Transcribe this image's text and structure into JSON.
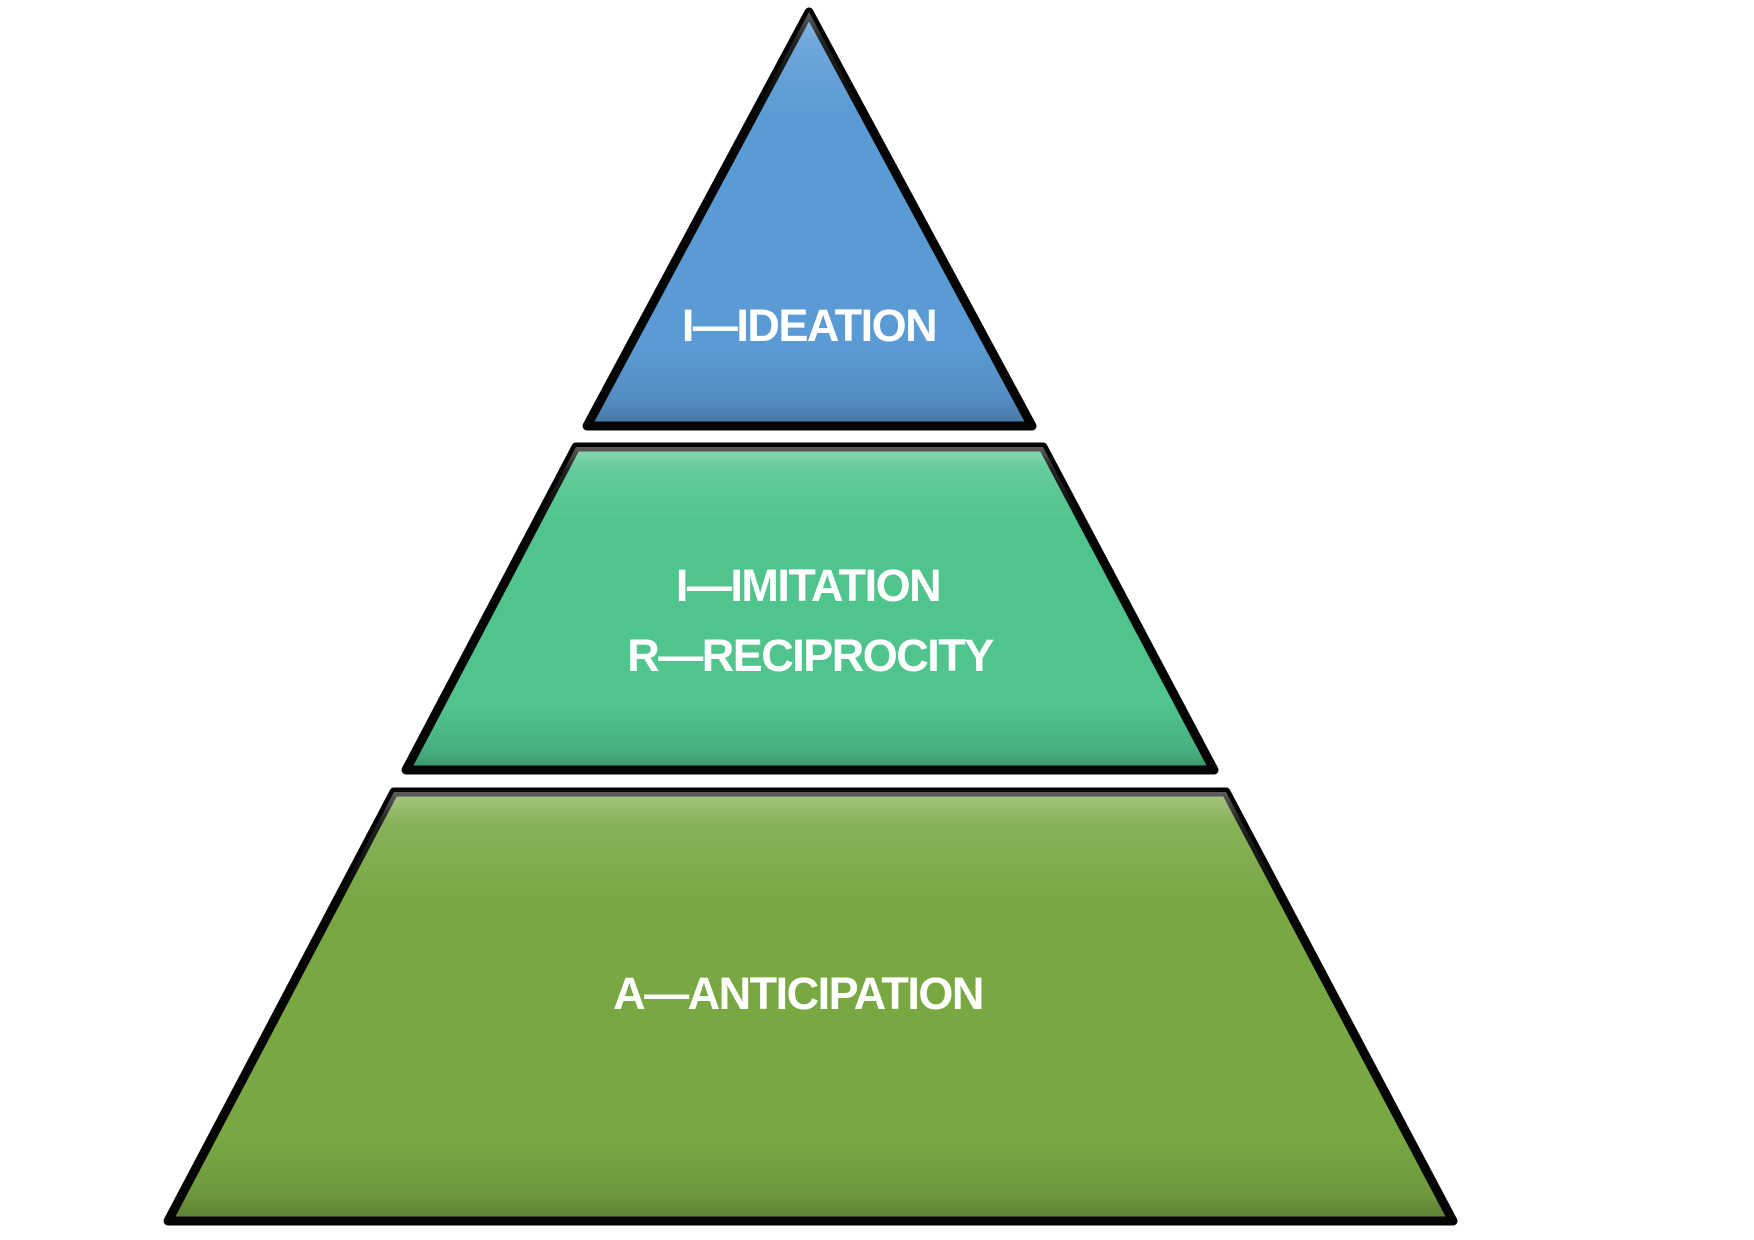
{
  "pyramid": {
    "outline_color": "#000000",
    "label_color": "#FFFFFF",
    "levels": [
      {
        "id": "ideation",
        "label": "I—IDEATION",
        "fill": "#5B9BD5"
      },
      {
        "id": "imitation-reciprocity",
        "lines": [
          "I—IMITATION",
          "R—RECIPROCITY"
        ],
        "fill": "#4FC48C"
      },
      {
        "id": "anticipation",
        "label": "A—ANTICIPATION",
        "fill": "#79A843"
      }
    ]
  }
}
